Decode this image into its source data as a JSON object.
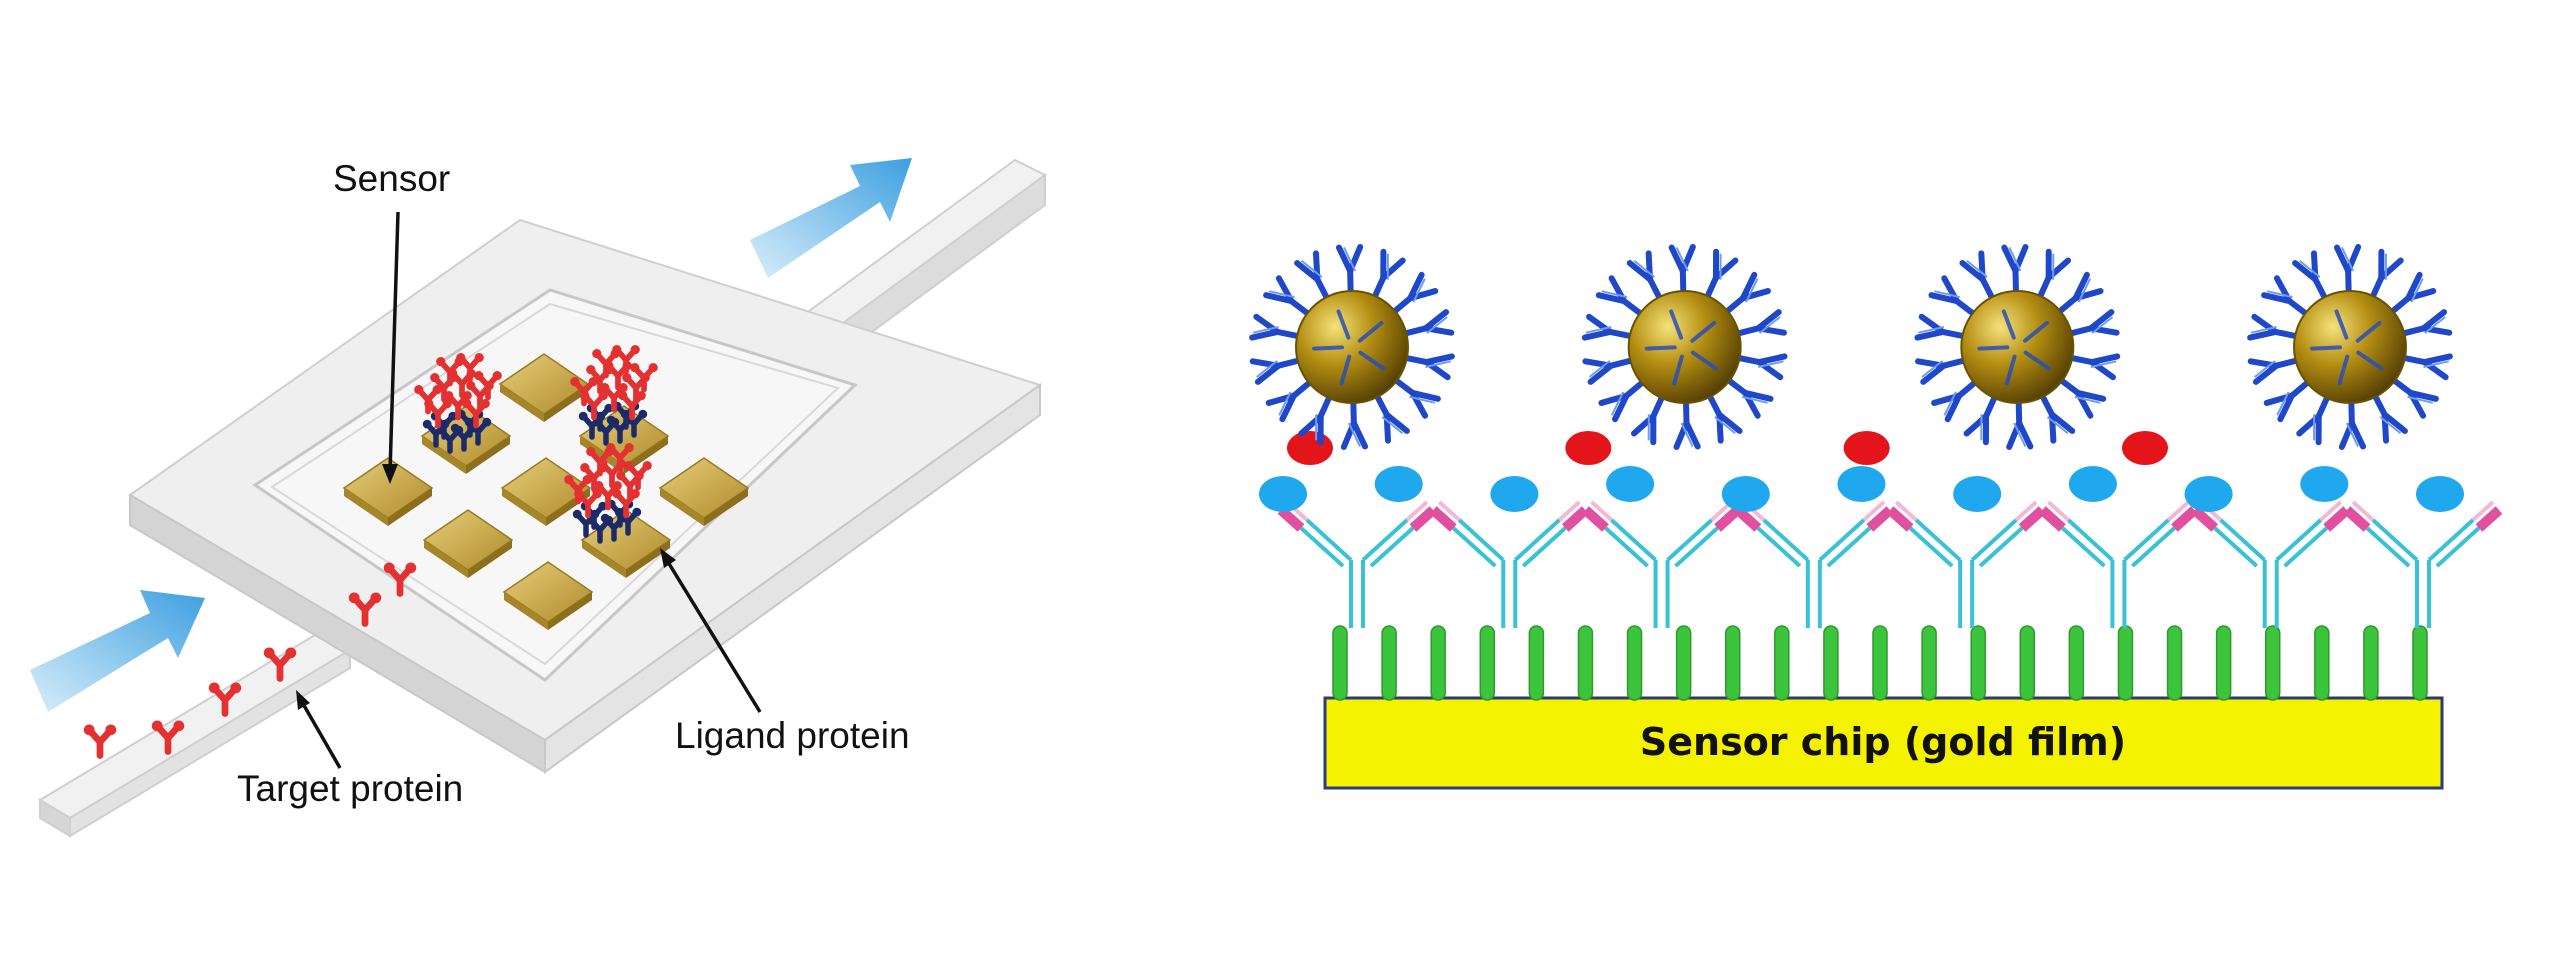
{
  "left_panel": {
    "sensor_label": "Sensor",
    "ligand_label": "Ligand protein",
    "target_label": "Target protein"
  },
  "right_panel": {
    "chip_label": "Sensor chip (gold film)",
    "nanoparticle_count": 4,
    "receptor_count": 8,
    "stalk_count": 23,
    "red_dot_count": 4,
    "blue_dot_count": 11
  },
  "colors": {
    "flow_arrow": "#5bb4e6",
    "gold_pad": "#c9a43a",
    "target_protein": "#e33030",
    "ligand_protein": "#1c2a6a",
    "chip_fill": "#f5f200",
    "stalk": "#3cc43c",
    "receptor_cyan": "#39c1d6",
    "receptor_pink": "#e0509e",
    "antibody_blue": "#1f48c8",
    "particle_gold": "#b08a12",
    "analyte_red": "#e3151a",
    "capture_blue": "#1fa8ee"
  }
}
